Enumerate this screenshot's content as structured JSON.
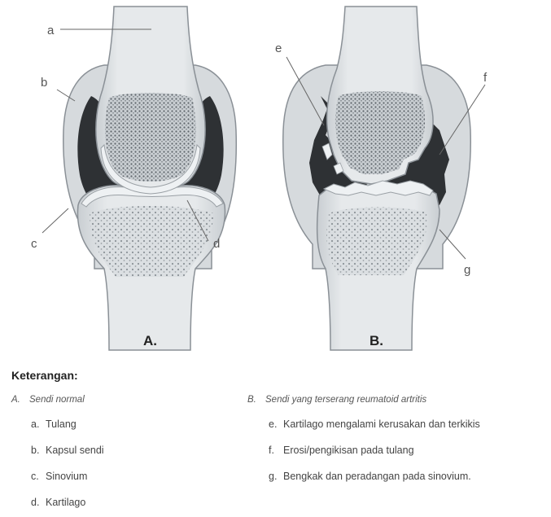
{
  "labels": {
    "a": "a",
    "b": "b",
    "c": "c",
    "d": "d",
    "e": "e",
    "f": "f",
    "g": "g"
  },
  "figures": {
    "A": "A.",
    "B": "B."
  },
  "legend": {
    "title": "Keterangan:",
    "groupA": {
      "marker": "A.",
      "title": "Sendi normal",
      "items": [
        {
          "marker": "a.",
          "text": "Tulang"
        },
        {
          "marker": "b.",
          "text": "Kapsul sendi"
        },
        {
          "marker": "c.",
          "text": "Sinovium"
        },
        {
          "marker": "d.",
          "text": "Kartilago"
        }
      ]
    },
    "groupB": {
      "marker": "B.",
      "title": "Sendi yang terserang reumatoid artritis",
      "items": [
        {
          "marker": "e.",
          "text": "Kartilago mengalami kerusakan dan terkikis"
        },
        {
          "marker": "f.",
          "text": "Erosi/pengikisan  pada tulang"
        },
        {
          "marker": "g.",
          "text": "Bengkak dan peradangan pada sinovium."
        }
      ]
    }
  },
  "colors": {
    "bone": "#dfe3e6",
    "boneShade": "#c4cacf",
    "spongy": "#7d848a",
    "capsule": "#d6dadd",
    "synovial": "#2e3134",
    "cartilage": "#eef1f3",
    "outline": "#8a9096"
  }
}
